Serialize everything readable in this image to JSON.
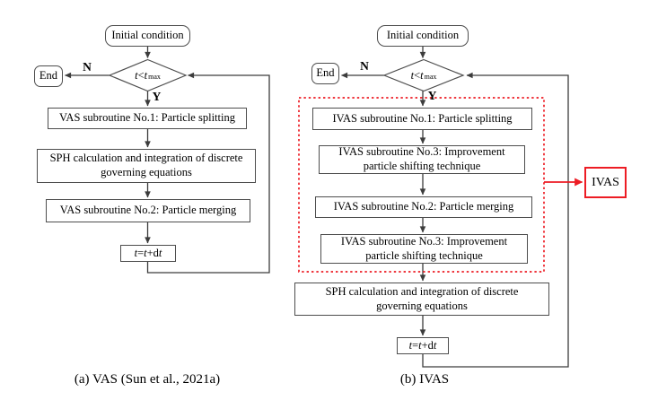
{
  "figure": {
    "type": "flowchart-pair",
    "background": "#ffffff"
  },
  "colors": {
    "line": "#3c3c3c",
    "box_border": "#4d4d4d",
    "text": "#000000",
    "accent_red": "#ed1c24"
  },
  "chart_a": {
    "caption": "(a) VAS (Sun et al., 2021a)",
    "start": "Initial condition",
    "end": "End",
    "decision": {
      "var1": "t",
      "op": "<",
      "var2": "t",
      "subscript": "max"
    },
    "branch_no": "N",
    "branch_yes": "Y",
    "steps": {
      "split": "VAS subroutine No.1: Particle splitting",
      "sph": {
        "line1": "SPH calculation and integration of discrete",
        "line2": "governing equations"
      },
      "merge": "VAS subroutine No.2: Particle merging"
    },
    "time_update": [
      "t",
      "=",
      "t",
      "+",
      "d",
      "t"
    ]
  },
  "chart_b": {
    "caption": "(b) IVAS",
    "start": "Initial condition",
    "end": "End",
    "decision": {
      "var1": "t",
      "op": "<",
      "var2": "t",
      "subscript": "max"
    },
    "branch_no": "N",
    "branch_yes": "Y",
    "steps": {
      "split": "IVAS subroutine No.1: Particle splitting",
      "shift1": {
        "line1": "IVAS subroutine No.3: Improvement",
        "line2": "particle shifting technique"
      },
      "merge": "IVAS subroutine No.2: Particle merging",
      "shift2": {
        "line1": "IVAS subroutine No.3: Improvement",
        "line2": "particle shifting technique"
      },
      "sph": {
        "line1": "SPH calculation and integration of discrete",
        "line2": "governing equations"
      }
    },
    "time_update": [
      "t",
      "=",
      "t",
      "+",
      "d",
      "t"
    ],
    "group_label": "IVAS"
  }
}
